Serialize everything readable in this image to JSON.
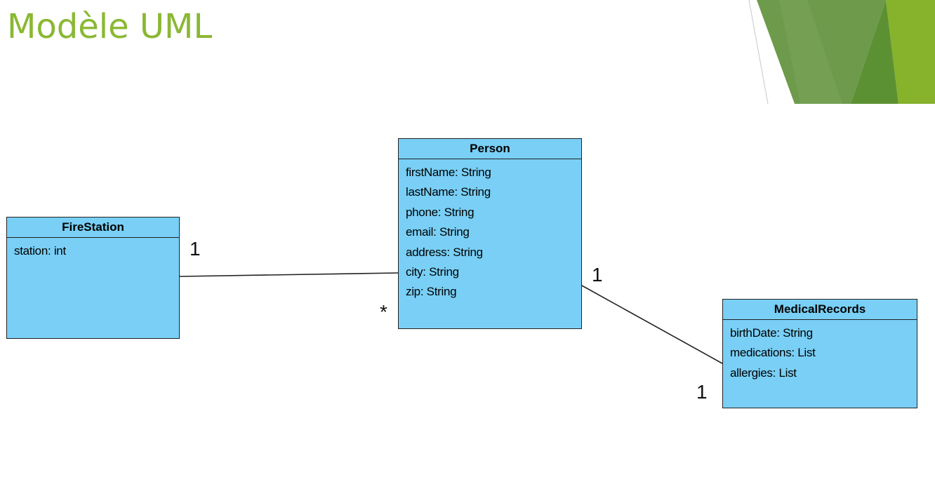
{
  "slide": {
    "title": "Modèle UML"
  },
  "diagram": {
    "classes": {
      "person": {
        "name": "Person",
        "attributes": [
          "firstName: String",
          "lastName: String",
          "phone: String",
          "email: String",
          "address: String",
          "city: String",
          "zip: String"
        ]
      },
      "firestation": {
        "name": "FireStation",
        "attributes": [
          "station: int"
        ]
      },
      "medical_records": {
        "name": "MedicalRecords",
        "attributes": [
          "birthDate: String",
          "medications: List",
          "allergies: List"
        ]
      }
    },
    "associations": [
      {
        "from": "FireStation",
        "to": "Person",
        "from_multiplicity": "1",
        "to_multiplicity": "*"
      },
      {
        "from": "Person",
        "to": "MedicalRecords",
        "from_multiplicity": "1",
        "to_multiplicity": "1"
      }
    ]
  },
  "colors": {
    "title": "#8ab833",
    "class_fill": "#79cff5",
    "class_border": "#222222",
    "accent_dark_green": "#5c9133",
    "accent_mid_green": "#6e9a4b",
    "accent_lime": "#86b22c"
  }
}
